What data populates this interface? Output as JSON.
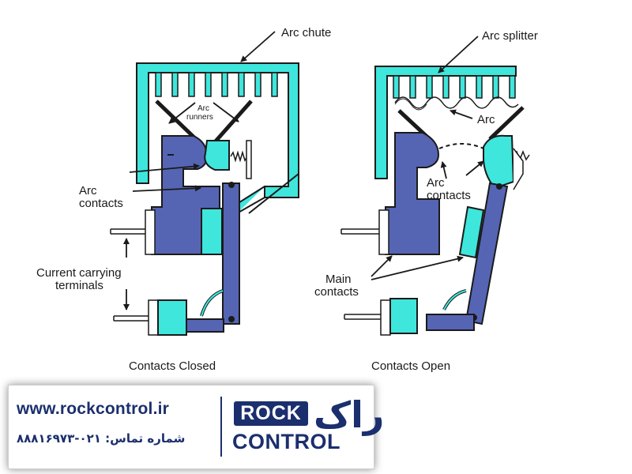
{
  "labels": {
    "arc_chute": "Arc chute",
    "arc_runners_line1": "Arc",
    "arc_runners_line2": "runners",
    "arc_contacts_left_line1": "Arc",
    "arc_contacts_left_line2": "contacts",
    "current_terminals_line1": "Current carrying",
    "current_terminals_line2": "terminals",
    "arc_splitter": "Arc splitter",
    "arc": "Arc",
    "arc_contacts_right_line1": "Arc",
    "arc_contacts_right_line2": "contacts",
    "main_contacts_line1": "Main",
    "main_contacts_line2": "contacts"
  },
  "captions": {
    "closed": "Contacts Closed",
    "open": "Contacts Open"
  },
  "footer": {
    "website": "www.rockcontrol.ir",
    "phone": "شماره تماس:  ۰۲۱-۸۸۸۱۶۹۷۳",
    "logo_rock": "ROCK",
    "logo_control": "CONTROL",
    "logo_fa": "راک"
  },
  "colors": {
    "blue": "#5565b4",
    "cyan": "#3ee6dc",
    "outline": "#1a1a1a",
    "brand": "#1b2f6e"
  }
}
